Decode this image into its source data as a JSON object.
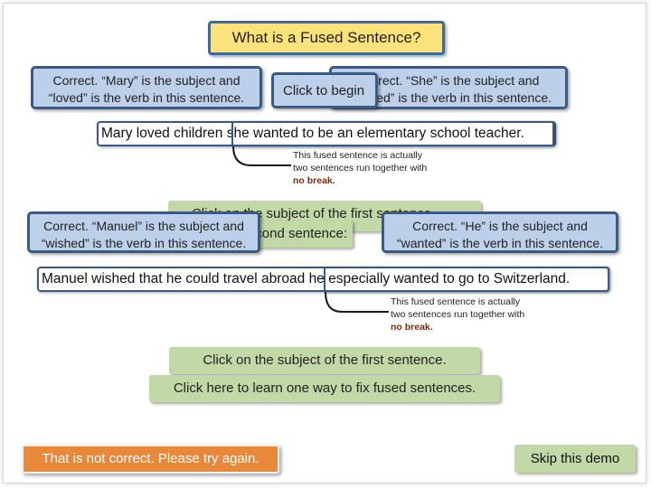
{
  "title": "What is a Fused Sentence?",
  "begin_label": "Click to begin",
  "feedback": {
    "mary_subject": [
      "Correct. “Mary” is the subject and",
      "“loved” is the verb in this sentence."
    ],
    "she_subject": [
      "Correct. “She” is the subject and",
      "“wanted” is the verb in this sentence."
    ],
    "manuel_subject": [
      "Correct. “Manuel” is the subject and",
      "“wished” is the verb in this sentence."
    ],
    "he_subject": [
      "Correct. “He” is the subject and",
      "“wanted” is the verb in this sentence."
    ]
  },
  "prompts": {
    "first_subject_partial": "Click on the subject of the first sentence.",
    "second_subject_partial": "Click on the subject of the second sentence:"
  },
  "sentences": {
    "one": {
      "part1": "Mary loved children",
      "part2": "she wanted to be an elementary school teacher."
    },
    "two": {
      "part1": "Manuel wished that he could travel abroad",
      "part2": "he especially wanted to go to Switzerland."
    }
  },
  "callout": {
    "text": "This fused sentence is actually two sentences run together with",
    "emphasis": "no break."
  },
  "buttons": {
    "first_subject": "Click on the subject of the first sentence.",
    "learn_fix": "Click here to learn one way to fix fused sentences.",
    "incorrect": "That is not correct. Please try again.",
    "skip": "Skip this demo"
  },
  "colors": {
    "title_fill": "#fbe27a",
    "box_fill": "#bdd0ea",
    "box_border": "#3b5a83",
    "button_green": "#c2d8a6",
    "error_orange": "#e8883a",
    "emphasis_red": "#7a2b12"
  }
}
